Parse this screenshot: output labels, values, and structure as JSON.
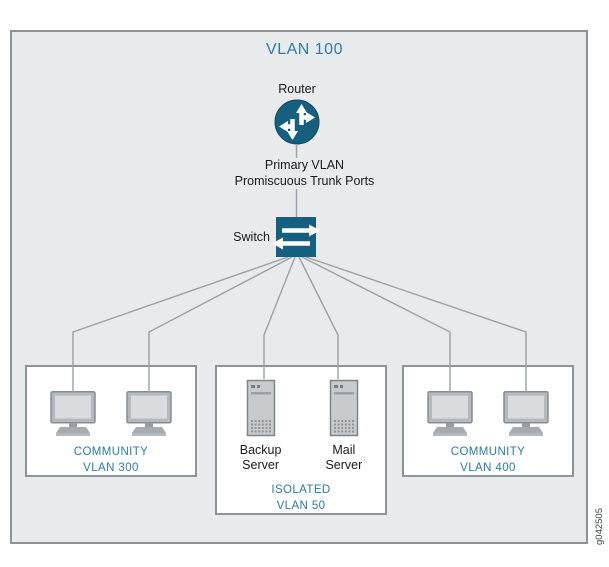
{
  "diagram": {
    "title": "VLAN 100",
    "router_label": "Router",
    "trunk_label": "Primary VLAN\nPromiscuous Trunk Ports",
    "switch_label": "Switch",
    "groups": [
      {
        "label": "COMMUNITY\nVLAN 300"
      },
      {
        "label": "ISOLATED\nVLAN 50",
        "devices": [
          {
            "label": "Backup\nServer"
          },
          {
            "label": "Mail\nServer"
          }
        ]
      },
      {
        "label": "COMMUNITY\nVLAN 400"
      }
    ],
    "watermark": "g042505",
    "colors": {
      "accent_text": "#2f7ba3",
      "icon_teal": "#15607f",
      "line_gray": "#9aa1a6",
      "box_fill": "#e8eaeb",
      "border_gray": "#8d9498"
    }
  }
}
